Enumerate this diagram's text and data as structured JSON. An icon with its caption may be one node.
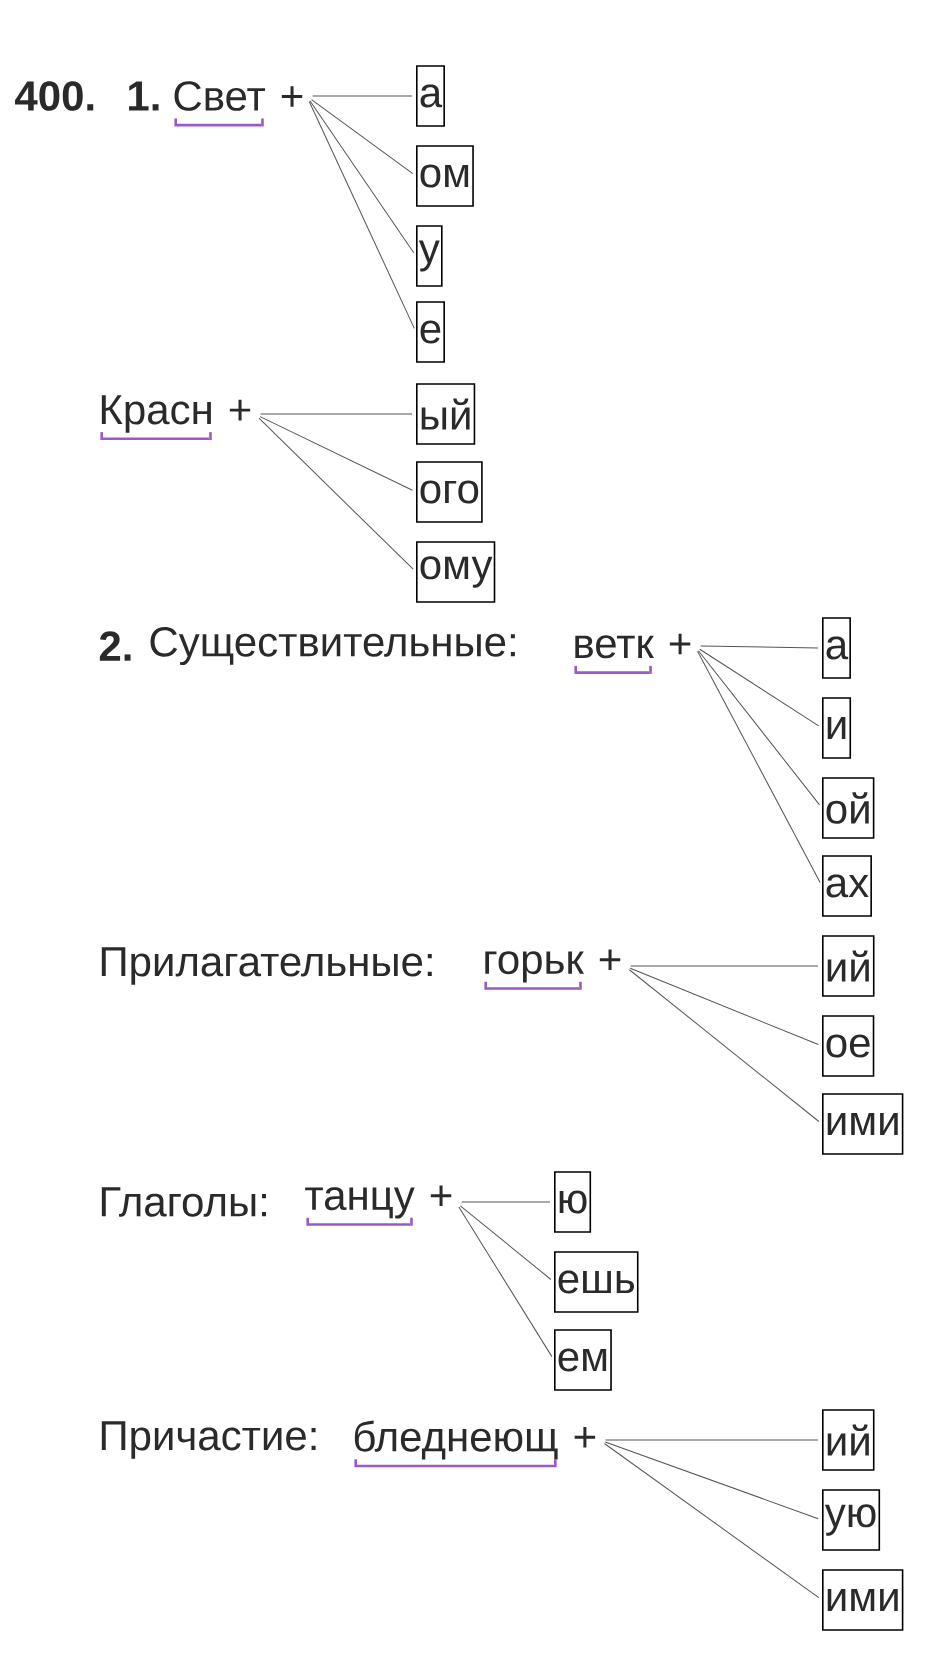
{
  "diagram": {
    "nodes": [
      {
        "text": [
          "Свет",
          "+"
        ]
      },
      {
        "text": [
          "а"
        ]
      },
      {
        "text": [
          "ом"
        ]
      },
      {
        "text": [
          "у"
        ]
      },
      {
        "text": [
          "е"
        ]
      },
      {
        "text": [
          "Красн",
          "+"
        ]
      },
      {
        "text": [
          "ый"
        ]
      },
      {
        "text": [
          "ого"
        ]
      },
      {
        "text": [
          "ому"
        ]
      },
      {
        "text": [
          "ветк",
          "+"
        ]
      },
      {
        "text": [
          "а"
        ]
      },
      {
        "text": [
          "и"
        ]
      },
      {
        "text": [
          "ой"
        ]
      },
      {
        "text": [
          "ах"
        ]
      },
      {
        "text": [
          "горьк",
          "+"
        ]
      },
      {
        "text": [
          "ий"
        ]
      },
      {
        "text": [
          "ое"
        ]
      },
      {
        "text": [
          "ими"
        ]
      },
      {
        "text": [
          "танцу",
          "+"
        ]
      },
      {
        "text": [
          "ю"
        ]
      },
      {
        "text": [
          "ешь"
        ]
      },
      {
        "text": [
          "ем"
        ]
      },
      {
        "text": [
          "бледнеющ",
          "+"
        ]
      },
      {
        "text": [
          "ий"
        ]
      },
      {
        "text": [
          "ую"
        ]
      },
      {
        "text": [
          "ими"
        ]
      }
    ],
    "edges": [
      {
        "from": 0,
        "to": 1,
        "arrow": "none"
      },
      {
        "from": 0,
        "to": 2,
        "arrow": "none"
      },
      {
        "from": 0,
        "to": 3,
        "arrow": "none"
      },
      {
        "from": 0,
        "to": 4,
        "arrow": "none"
      },
      {
        "from": 5,
        "to": 6,
        "arrow": "none"
      },
      {
        "from": 5,
        "to": 7,
        "arrow": "none"
      },
      {
        "from": 5,
        "to": 8,
        "arrow": "none"
      },
      {
        "from": 9,
        "to": 10,
        "arrow": "none"
      },
      {
        "from": 9,
        "to": 11,
        "arrow": "none"
      },
      {
        "from": 9,
        "to": 12,
        "arrow": "none"
      },
      {
        "from": 9,
        "to": 13,
        "arrow": "none"
      },
      {
        "from": 14,
        "to": 15,
        "arrow": "none"
      },
      {
        "from": 14,
        "to": 16,
        "arrow": "none"
      },
      {
        "from": 14,
        "to": 17,
        "arrow": "none"
      },
      {
        "from": 18,
        "to": 19,
        "arrow": "none"
      },
      {
        "from": 18,
        "to": 20,
        "arrow": "none"
      },
      {
        "from": 18,
        "to": 21,
        "arrow": "none"
      },
      {
        "from": 22,
        "to": 23,
        "arrow": "none"
      },
      {
        "from": 22,
        "to": 24,
        "arrow": "none"
      },
      {
        "from": 22,
        "to": 25,
        "arrow": "none"
      }
    ],
    "labels": [
      "400.",
      "1.",
      "2.",
      "Существительные:",
      "Прилагательные:",
      "Глаголы:",
      "Причастие:"
    ]
  }
}
